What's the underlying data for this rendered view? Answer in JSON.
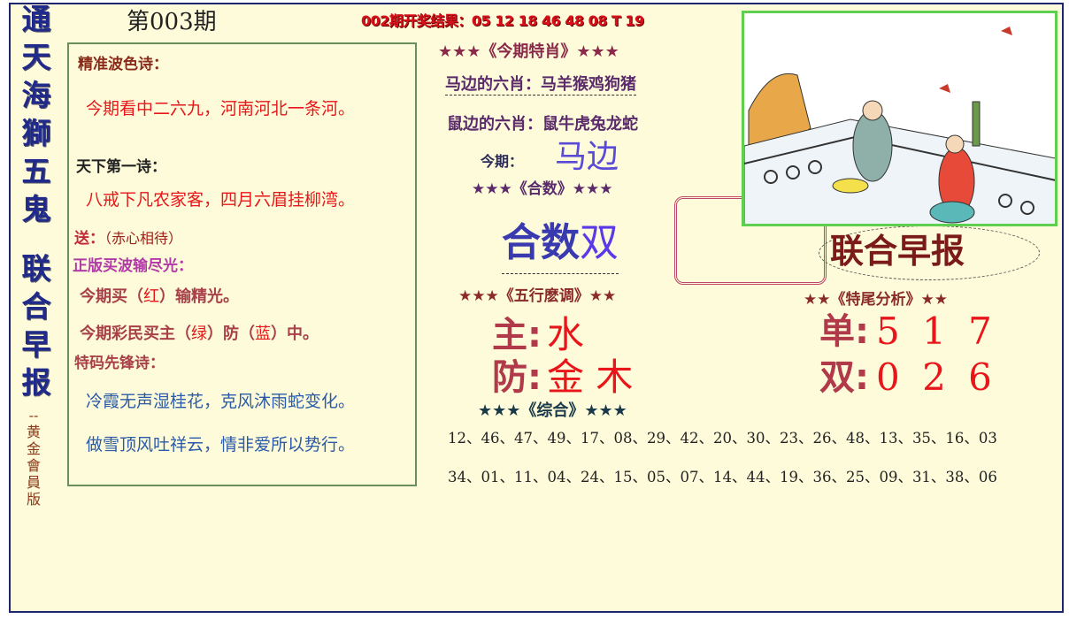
{
  "masthead": {
    "vertical_title": [
      "通",
      "天",
      "海",
      "獅",
      "五",
      "鬼",
      "联",
      "合",
      "早",
      "报"
    ],
    "subtitle": "--黄金會員版",
    "issue": "第003期",
    "prev_result": "002期开奖结果：05 12 18 46 48 08 T 19"
  },
  "left_panel": {
    "wave_poem_title": "精准波色诗：",
    "wave_poem": "今期看中二六九，河南河北一条河。",
    "first_poem_title": "天下第一诗：",
    "first_poem": "八戒下凡农家客，四月六眉挂柳湾。",
    "gift_label": "送：",
    "gift_text": "（赤心相待）",
    "zhengban_title": "正版买波输尽光：",
    "line1_pre": "今期买（",
    "line1_color": "红",
    "line1_post": "）输精光。",
    "line2_pre": "今期彩民买主（",
    "line2_main": "绿",
    "line2_mid": "）防（",
    "line2_guard": "蓝",
    "line2_post": "）中。",
    "tema_title": "特码先锋诗：",
    "tema_poem1": "冷霞无声湿桂花，克风沐雨蛇变化。",
    "tema_poem2": "做雪顶风吐祥云，情非爱所以势行。"
  },
  "zodiac": {
    "title": "★★★《今期特肖》★★★",
    "horse_side": "马边的六肖：马羊猴鸡狗猪",
    "rat_side": "鼠边的六肖：鼠牛虎兔龙蛇",
    "this_label": "今期：",
    "this_value": "马边"
  },
  "heshu": {
    "title": "★★★《合数》★★★",
    "label": "合数",
    "value": "双"
  },
  "wuxing": {
    "title": "★★★《五行麽调》★★",
    "main_label": "主:",
    "main_value": "水",
    "guard_label": "防:",
    "guard_value": "金 木"
  },
  "brand": "联合早报",
  "tail": {
    "title": "★★《特尾分析》★★",
    "odd_label": "单:",
    "odd_value": "5 1 7",
    "even_label": "双:",
    "even_value": "0 2 6"
  },
  "combined": {
    "title": "★★★《综合》★★★",
    "row1": "12、46、47、49、17、08、29、42、20、30、23、26、48、13、35、16、03",
    "row2": "34、01、11、04、24、15、05、07、14、44、19、36、25、09、31、38、06"
  },
  "colors": {
    "navy": "#1f2a8a",
    "red": "#e8161a",
    "purple": "#5a2a6a",
    "green_border": "#5fcf4f"
  }
}
